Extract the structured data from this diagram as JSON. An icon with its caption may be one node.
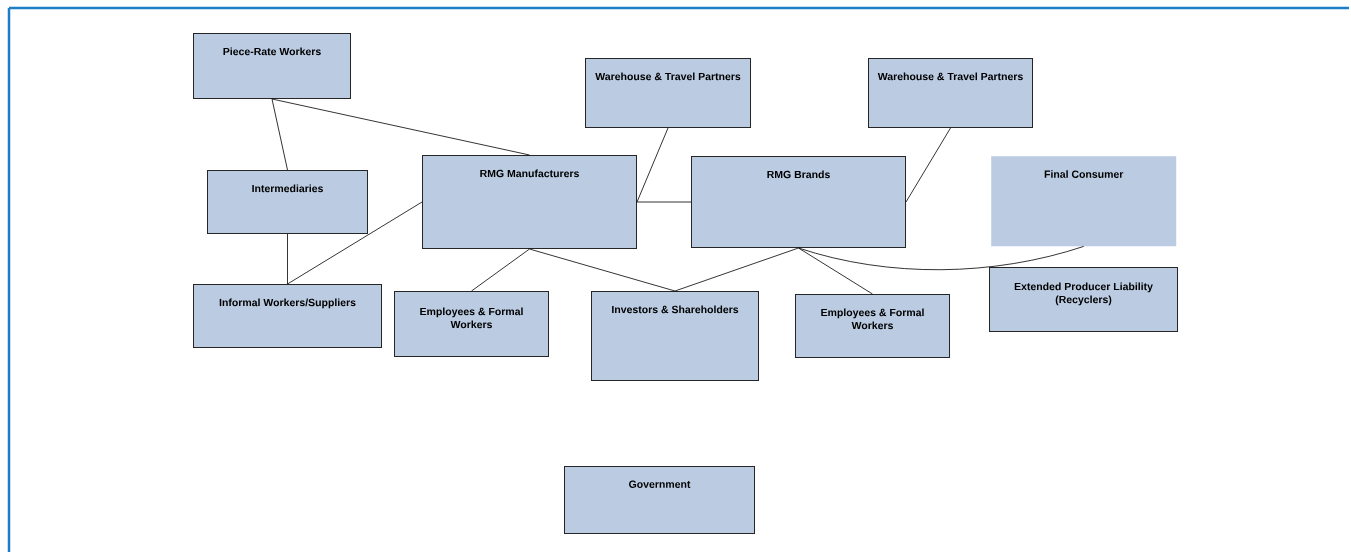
{
  "diagram": {
    "nodes": [
      {
        "text": [
          "Piece-Rate Workers"
        ]
      },
      {
        "text": [
          "Warehouse & Travel Partners"
        ]
      },
      {
        "text": [
          "Warehouse & Travel Partners"
        ]
      },
      {
        "text": [
          "Intermediaries"
        ]
      },
      {
        "text": [
          "RMG Manufacturers"
        ]
      },
      {
        "text": [
          "RMG Brands"
        ]
      },
      {
        "text": [
          "Final Consumer"
        ]
      },
      {
        "text": [
          "Informal Workers/Suppliers"
        ]
      },
      {
        "text": [
          "Employees & Formal Workers"
        ]
      },
      {
        "text": [
          "Investors & Shareholders"
        ]
      },
      {
        "text": [
          "Employees & Formal Workers"
        ]
      },
      {
        "text": [
          "Extended Producer Liability (Recyclers)"
        ]
      },
      {
        "text": [
          "Government"
        ]
      }
    ],
    "edges": [
      {
        "from": 0,
        "to": 3,
        "arrow": "none"
      },
      {
        "from": 0,
        "to": 4,
        "arrow": "none"
      },
      {
        "from": 3,
        "to": 7,
        "arrow": "none"
      },
      {
        "from": 4,
        "to": 7,
        "arrow": "none"
      },
      {
        "from": 1,
        "to": 4,
        "arrow": "none"
      },
      {
        "from": 4,
        "to": 5,
        "arrow": "none"
      },
      {
        "from": 4,
        "to": 8,
        "arrow": "none"
      },
      {
        "from": 4,
        "to": 9,
        "arrow": "none"
      },
      {
        "from": 5,
        "to": 9,
        "arrow": "none"
      },
      {
        "from": 5,
        "to": 10,
        "arrow": "none"
      },
      {
        "from": 2,
        "to": 5,
        "arrow": "none"
      },
      {
        "from": 5,
        "to": 6,
        "arrow": "none"
      }
    ]
  }
}
